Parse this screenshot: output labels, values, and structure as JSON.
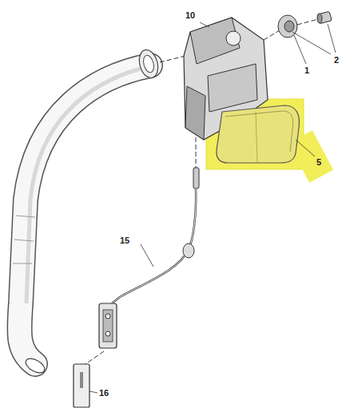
{
  "diagram": {
    "labels": [
      "10",
      "2",
      "1",
      "5",
      "15",
      "16"
    ]
  }
}
